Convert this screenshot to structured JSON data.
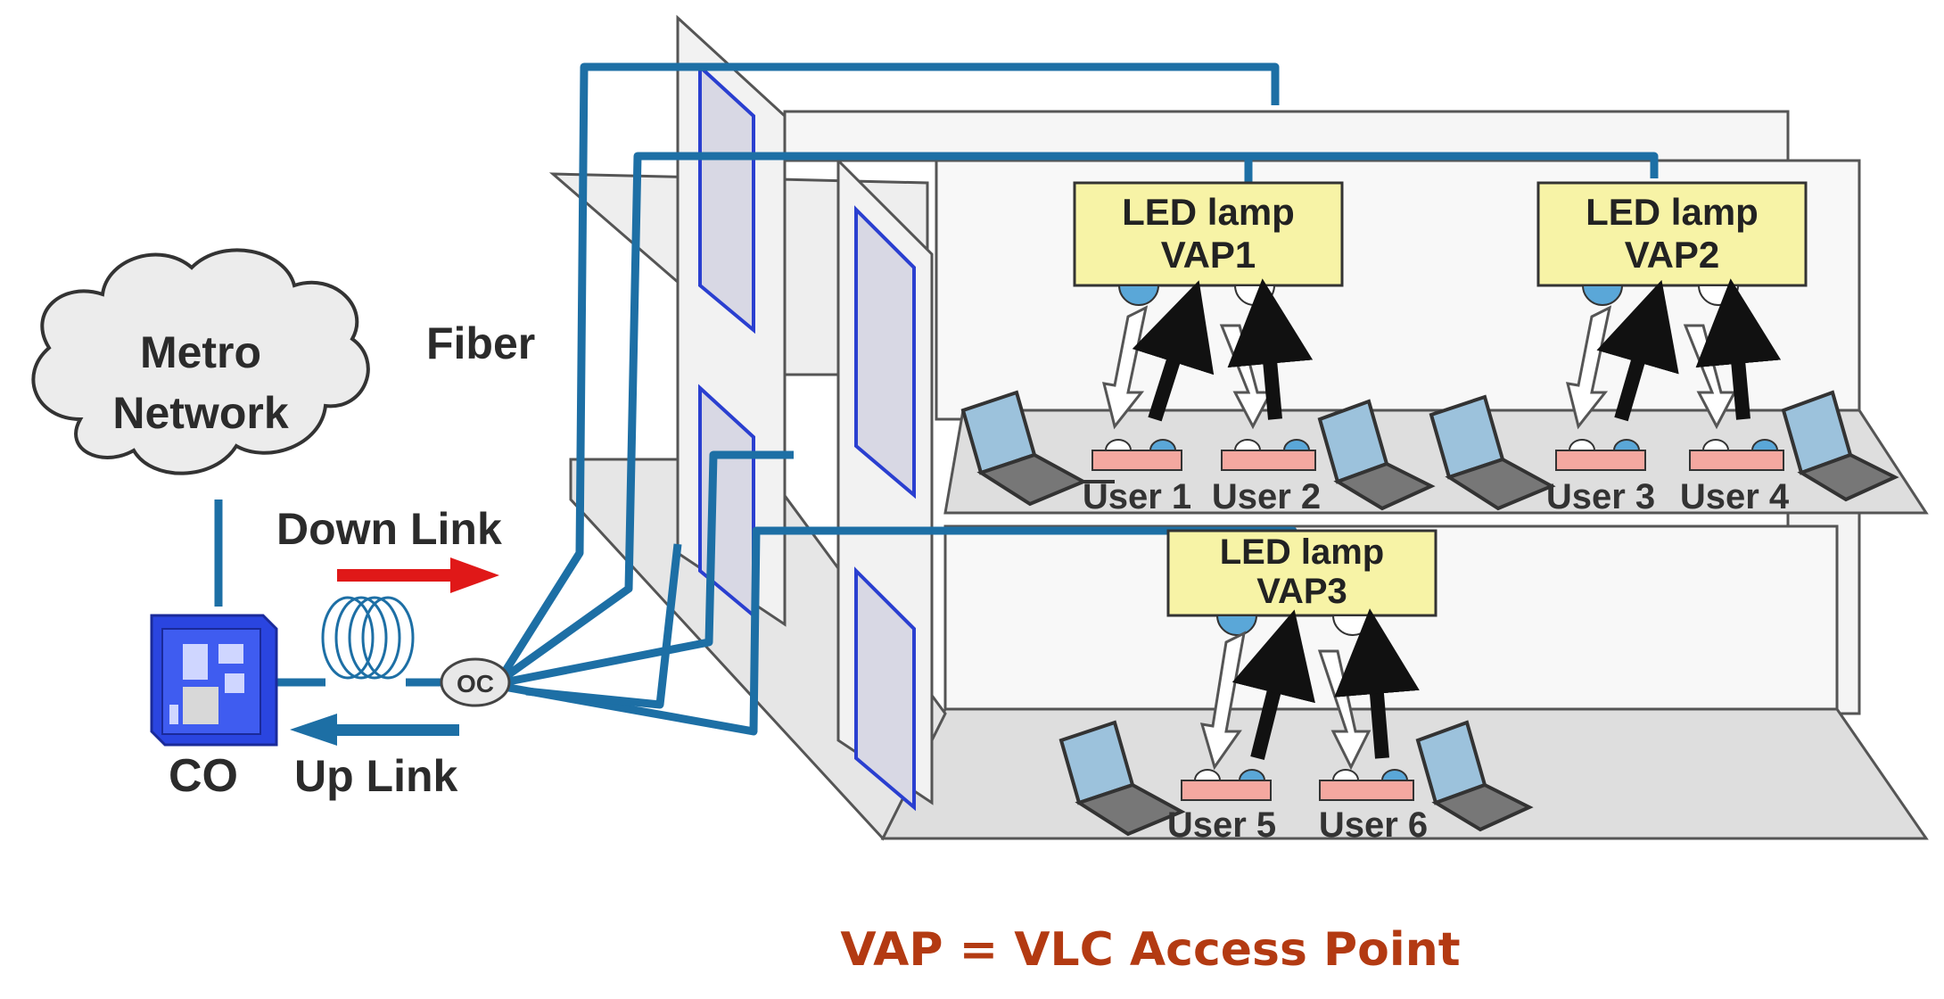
{
  "network": {
    "line1": "Metro",
    "line2": "Network"
  },
  "labels": {
    "fiber": "Fiber",
    "downlink": "Down Link",
    "uplink": "Up Link",
    "co": "CO",
    "coupler": "OC"
  },
  "vaps": [
    {
      "line1": "LED lamp",
      "line2": "VAP1"
    },
    {
      "line1": "LED lamp",
      "line2": "VAP2"
    },
    {
      "line1": "LED lamp",
      "line2": "VAP3"
    }
  ],
  "users": [
    "User 1",
    "User 2",
    "User 3",
    "User 4",
    "User 5",
    "User 6"
  ],
  "caption": "VAP = VLC Access Point",
  "colors": {
    "fiber": "#1d6fa5",
    "lamp_fill": "#f7f3a6",
    "downlink_arrow": "#e01818",
    "uplink_arrow": "#1d6fa5",
    "caption": "#b33a12"
  }
}
